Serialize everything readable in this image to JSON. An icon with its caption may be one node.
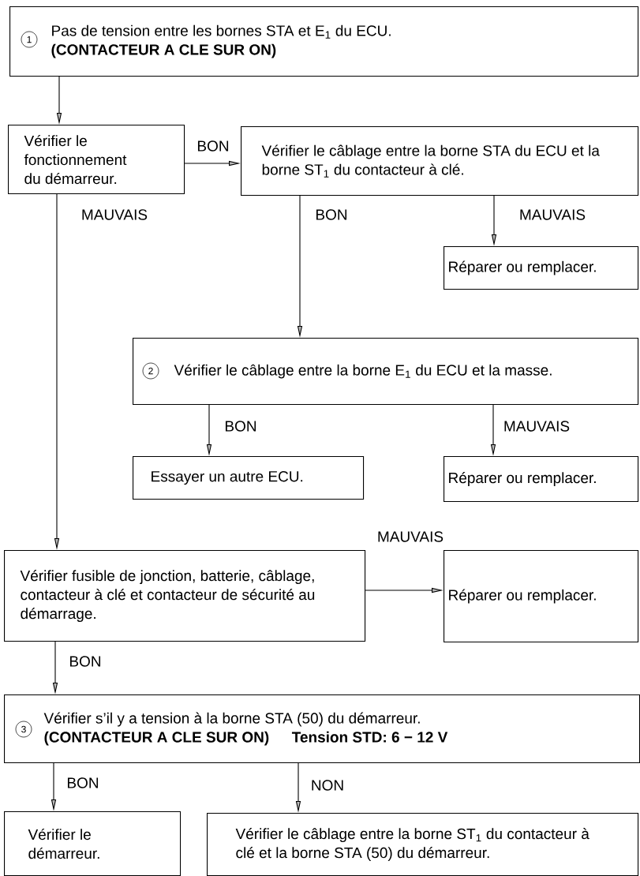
{
  "diagram": {
    "nodes": [
      {
        "text": [
          "1",
          "Pas de tension entre les bornes STA et E$_{1}$ du ECU.",
          "(CONTACTEUR A CLE SUR ON)"
        ]
      },
      {
        "text": [
          "Vérifier le fonctionnement du démarreur."
        ]
      },
      {
        "text": [
          "Vérifier le câblage entre la borne STA du ECU et la borne ST$_{1}$ du contacteur à clé."
        ]
      },
      {
        "text": [
          "Réparer ou remplacer."
        ]
      },
      {
        "text": [
          "2",
          "Vérifier le câblage entre la borne E$_{1}$ du ECU et la masse."
        ]
      },
      {
        "text": [
          "Essayer un autre ECU."
        ]
      },
      {
        "text": [
          "Réparer ou remplacer."
        ]
      },
      {
        "text": [
          "Vérifier fusible de jonction, batterie, câblage, contacteur à clé et contacteur de sécurité au démarrage."
        ]
      },
      {
        "text": [
          "Réparer ou remplacer."
        ]
      },
      {
        "text": [
          "3",
          "Vérifier s’il y a tension à la borne STA (50) du démarreur.",
          "(CONTACTEUR A CLE SUR ON)",
          "Tension STD:  6 − 12 V"
        ]
      },
      {
        "text": [
          "Vérifier le démarreur."
        ]
      },
      {
        "text": [
          "Vérifier le câblage entre la borne ST$_{1}$ du contacteur à clé et la borne STA (50) du démarreur."
        ]
      }
    ],
    "edges": [
      {
        "from": 0,
        "to": 1,
        "arrow": "to"
      },
      {
        "from": 1,
        "to": 2,
        "arrow": "to",
        "label": "BON"
      },
      {
        "from": 2,
        "to": 3,
        "arrow": "to",
        "label": "MAUVAIS"
      },
      {
        "from": 2,
        "to": 4,
        "arrow": "to",
        "label": "BON"
      },
      {
        "from": 4,
        "to": 5,
        "arrow": "to",
        "label": "BON"
      },
      {
        "from": 4,
        "to": 6,
        "arrow": "to",
        "label": "MAUVAIS"
      },
      {
        "from": 1,
        "to": 7,
        "arrow": "to",
        "label": "MAUVAIS"
      },
      {
        "from": 7,
        "to": 8,
        "arrow": "to",
        "label": "MAUVAIS"
      },
      {
        "from": 7,
        "to": 9,
        "arrow": "to",
        "label": "BON"
      },
      {
        "from": 9,
        "to": 10,
        "arrow": "to",
        "label": "BON"
      },
      {
        "from": 9,
        "to": 11,
        "arrow": "to",
        "label": "NON"
      }
    ]
  }
}
